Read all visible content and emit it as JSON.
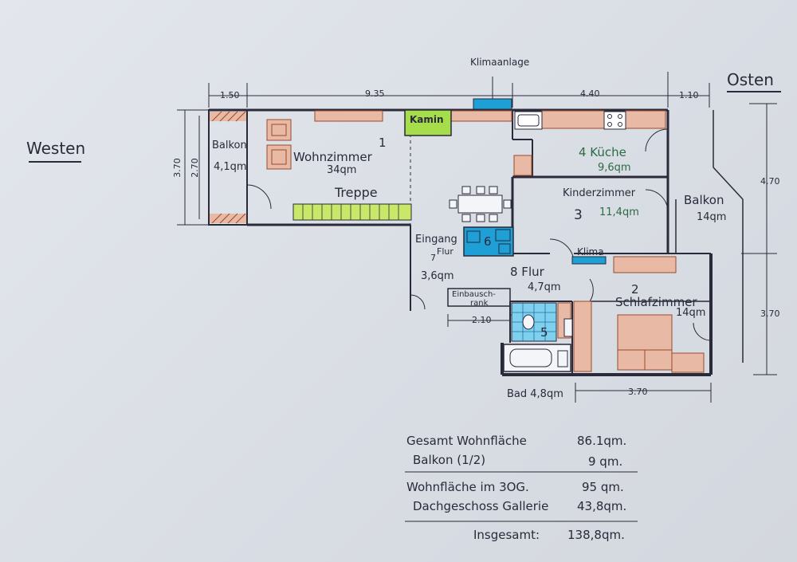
{
  "compass": {
    "west": "Westen",
    "east": "Osten"
  },
  "dimensions": {
    "balkon_west_width": "1.50",
    "main_width": "9.35",
    "kitchen_width": "4.40",
    "east_balkon_width": "1.10",
    "west_height_outer": "3.70",
    "west_height_inner": "2.70",
    "east_height_top": "4.70",
    "east_height_bottom": "3.70",
    "einbau_width": "2.10",
    "bed_width": "3.70"
  },
  "labels": {
    "klimaanlage": "Klimaanlage",
    "kamin": "Kamin",
    "treppe": "Treppe",
    "klima": "Klima"
  },
  "rooms": {
    "balkon_west": {
      "name": "Balkon",
      "area": "4,1qm"
    },
    "wohnzimmer": {
      "number": "1",
      "name": "Wohnzimmer",
      "area": "34qm"
    },
    "kueche": {
      "name": "4 Küche",
      "area": "9,6qm"
    },
    "kinderzimmer": {
      "number": "3",
      "name": "Kinderzimmer",
      "area": "11,4qm"
    },
    "balkon_ost": {
      "name": "Balkon",
      "area": "14qm"
    },
    "eingang": {
      "name": "Eingang",
      "sub": "Flur",
      "number": "6",
      "seven": "7",
      "area": "3,6qm"
    },
    "flur": {
      "name": "8 Flur",
      "area": "4,7qm"
    },
    "einbauschrank": {
      "line1": "Einbausch-",
      "line2": "rank"
    },
    "schlafzimmer": {
      "number": "2",
      "name": "Schlafzimmer",
      "area": "14qm"
    },
    "bad": {
      "number": "5",
      "label": "Bad 4,8qm"
    }
  },
  "summary": [
    {
      "label": "Gesamt Wohnfläche",
      "value": "86.1qm."
    },
    {
      "label": "Balkon (1/2)",
      "value": "9 qm."
    },
    {
      "label": "Wohnfläche im 3OG.",
      "value": "95 qm."
    },
    {
      "label": "Dachgeschoss Gallerie",
      "value": "43,8qm."
    },
    {
      "label": "Insgesamt:",
      "value": "138,8qm."
    }
  ],
  "colors": {
    "furniture": "#e8b9a4",
    "kamin": "#a6dd4a",
    "stairs": "#c9e86a",
    "blue": "#1e9fd6",
    "wall": "#2a2a3a",
    "bath_tile": "#7fd0ee"
  }
}
